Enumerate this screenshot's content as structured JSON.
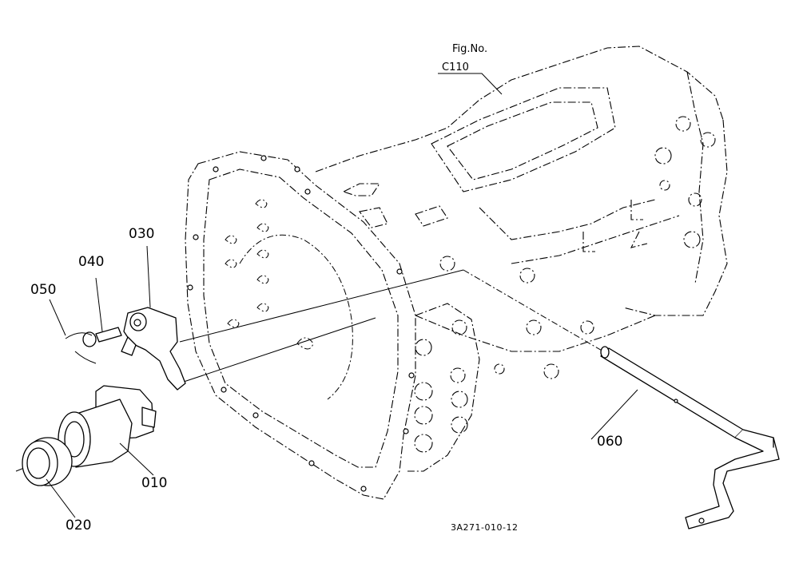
{
  "figure": {
    "fig_no_label": "Fig.No.",
    "fig_no_value": "C110",
    "drawing_code": "3A271-010-12"
  },
  "parts": [
    {
      "ref": "010"
    },
    {
      "ref": "020"
    },
    {
      "ref": "030"
    },
    {
      "ref": "040"
    },
    {
      "ref": "050"
    },
    {
      "ref": "060"
    }
  ]
}
